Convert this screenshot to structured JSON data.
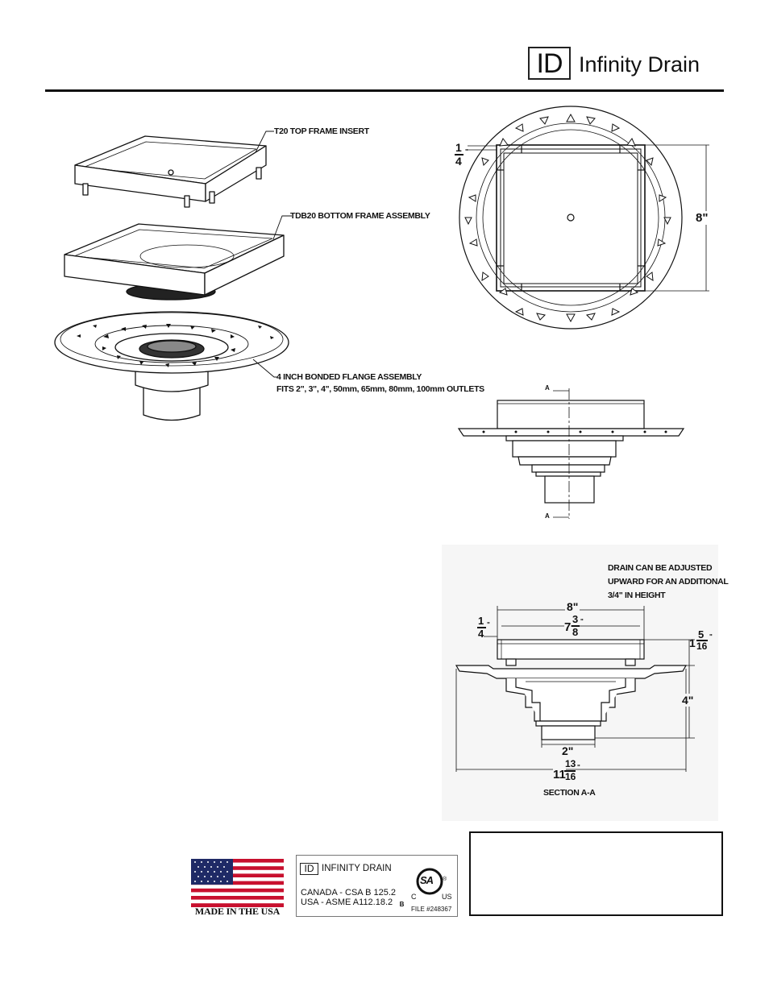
{
  "header": {
    "logo_mark": "ID",
    "brand_name": "Infinity Drain"
  },
  "exploded_view": {
    "top_frame_label": "T20 TOP FRAME INSERT",
    "bottom_frame_label": "TDB20 BOTTOM FRAME ASSEMBLY",
    "flange_label": "4 INCH BONDED FLANGE ASSEMBLY",
    "flange_fits": "FITS 2\", 3\", 4\", 50mm, 65mm, 80mm, 100mm OUTLETS"
  },
  "top_view": {
    "frame_offset_num": "1",
    "frame_offset_den": "4",
    "frame_offset_unit": "\"",
    "width": "8\""
  },
  "side_view": {
    "section_marker_top": "A",
    "section_marker_bottom": "A"
  },
  "section_view": {
    "note_line1": "DRAIN CAN BE ADJUSTED",
    "note_line2": "UPWARD FOR AN ADDITIONAL",
    "note_line3": "3/4\" IN HEIGHT",
    "overall_width": "8\"",
    "inner_width_whole": "7",
    "inner_width_num": "3",
    "inner_width_den": "8",
    "inner_width_unit": "\"",
    "offset_num": "1",
    "offset_den": "4",
    "offset_unit": "\"",
    "frame_height_whole": "1",
    "frame_height_num": "5",
    "frame_height_den": "16",
    "frame_height_unit": "\"",
    "body_height": "4\"",
    "outlet": "2\"",
    "flange_whole": "11",
    "flange_num": "13",
    "flange_den": "16",
    "flange_unit": "\"",
    "caption": "SECTION A-A"
  },
  "footer": {
    "made_in": "MADE IN THE USA",
    "cert_brand_mark": "ID",
    "cert_brand": "INFINITY DRAIN",
    "cert_canada": "CANADA - CSA B 125.2",
    "cert_usa": "USA - ASME A112.18.2",
    "cert_grade": "B",
    "csa_mark": "SA",
    "csa_c": "C",
    "csa_us": "US",
    "csa_reg": "®",
    "file_no": "FILE #248367"
  }
}
